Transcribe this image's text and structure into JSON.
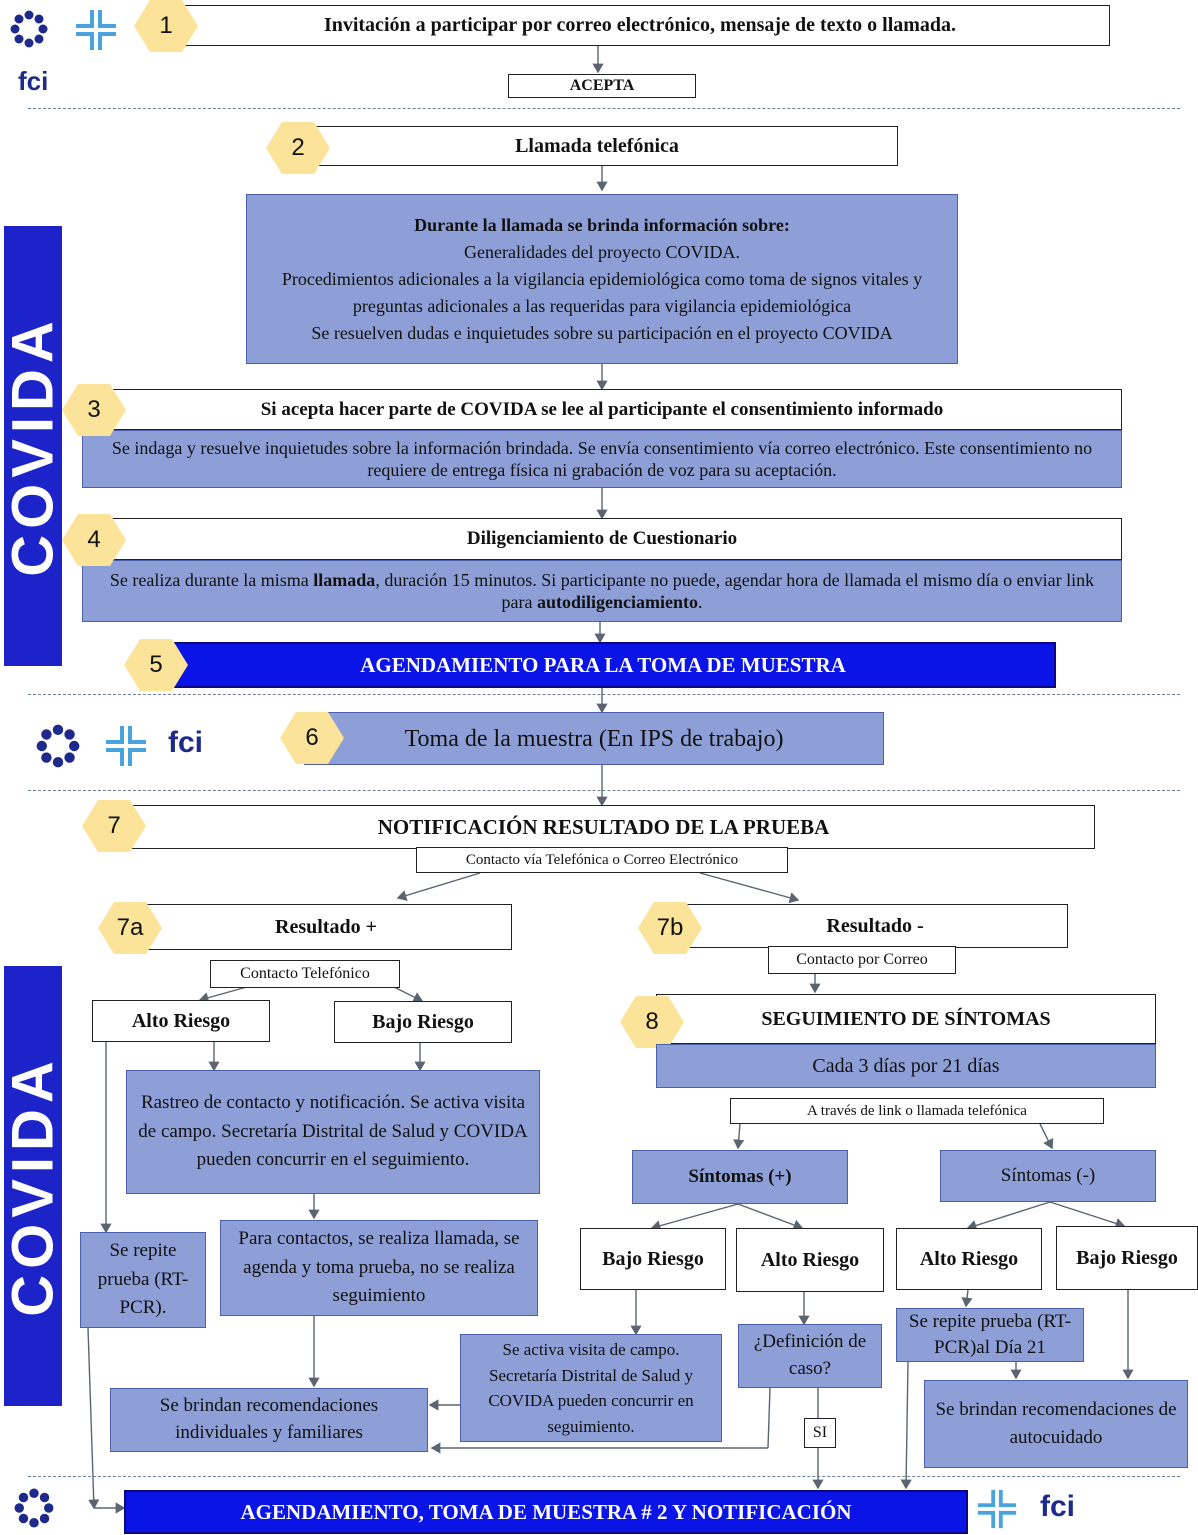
{
  "colors": {
    "box_blue": "#8d9fd6",
    "banner_blue": "#0a14e6",
    "hexagon": "#fbe39a",
    "side_banner": "#1c23c8"
  },
  "logos": {
    "logo_text": "fci",
    "side_banner_text": "COVIDA"
  },
  "steps": {
    "s1": {
      "num": "1",
      "text": "Invitación a participar por correo electrónico, mensaje de texto o llamada."
    },
    "acepta": "ACEPTA",
    "s2": {
      "num": "2",
      "text": "Llamada telefónica"
    },
    "info": {
      "title": "Durante la llamada se brinda información sobre:",
      "line1": "Generalidades del proyecto COVIDA.",
      "line2": "Procedimientos adicionales a la vigilancia epidemiológica como toma de signos vitales y preguntas adicionales a las requeridas para vigilancia epidemiológica",
      "line3": "Se resuelven dudas e inquietudes sobre su participación en el proyecto COVIDA"
    },
    "s3": {
      "num": "3",
      "title": "Si acepta hacer parte de COVIDA se lee al participante el consentimiento informado",
      "detail": "Se indaga y resuelve inquietudes sobre la información brindada. Se envía consentimiento vía correo electrónico. Este consentimiento no requiere de entrega física ni grabación de voz para su aceptación."
    },
    "s4": {
      "num": "4",
      "title": "Diligenciamiento de Cuestionario",
      "d1": "Se realiza durante la misma ",
      "d1b": "llamada",
      "d2": ", duración 15 minutos. Si participante no puede, agendar hora de llamada el mismo día o enviar link para ",
      "d2b": "autodiligenciamiento",
      "d3": "."
    },
    "s5": {
      "num": "5",
      "text": "AGENDAMIENTO PARA LA TOMA DE MUESTRA"
    },
    "s6": {
      "num": "6",
      "text": "Toma de la muestra (En IPS de trabajo)"
    },
    "s7": {
      "num": "7",
      "text": "NOTIFICACIÓN RESULTADO DE LA PRUEBA",
      "contact": "Contacto vía Telefónica o Correo Electrónico"
    },
    "s7a": {
      "num": "7a",
      "text": "Resultado +",
      "contact": "Contacto Telefónico"
    },
    "s7b": {
      "num": "7b",
      "text": "Resultado -",
      "contact": "Contacto por Correo"
    },
    "left": {
      "alto": "Alto Riesgo",
      "bajo": "Bajo Riesgo",
      "rastreo": "Rastreo de contacto y notificación. Se activa visita de campo. Secretaría Distrital de Salud y COVIDA pueden concurrir en el seguimiento.",
      "repite": "Se repite prueba (RT-PCR).",
      "contactos": "Para contactos, se realiza llamada, se agenda y toma prueba, no se realiza seguimiento",
      "recomendaciones": "Se brindan recomendaciones individuales y familiares"
    },
    "s8": {
      "num": "8",
      "text": "SEGUIMIENTO DE SÍNTOMAS",
      "freq": "Cada 3 días por 21 días",
      "via": "A través de link o llamada telefónica"
    },
    "right": {
      "sint_pos": "Síntomas (+)",
      "sint_neg": "Síntomas (-)",
      "bajo1": "Bajo Riesgo",
      "alto1": "Alto Riesgo",
      "alto2": "Alto Riesgo",
      "bajo2": "Bajo Riesgo",
      "visita": "Se activa visita de campo. Secretaría Distrital de Salud y COVIDA pueden concurrir en seguimiento.",
      "definicion": "¿Definición de caso?",
      "si": "SI",
      "repite21": "Se repite prueba (RT-PCR)al Día 21",
      "autocuidado": "Se brindan recomendaciones de autocuidado"
    },
    "final": "AGENDAMIENTO, TOMA DE MUESTRA # 2 Y NOTIFICACIÓN"
  }
}
